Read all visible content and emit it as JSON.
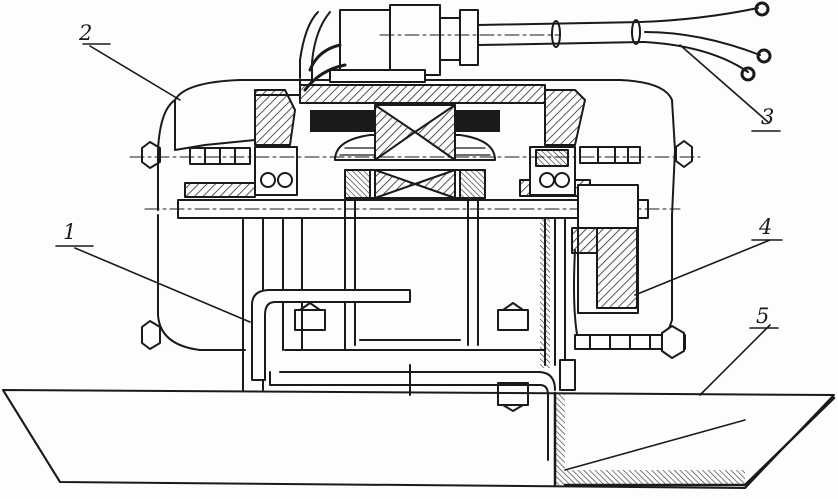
{
  "callouts": [
    {
      "id": "1",
      "label": "1"
    },
    {
      "id": "2",
      "label": "2"
    },
    {
      "id": "3",
      "label": "3"
    },
    {
      "id": "4",
      "label": "4"
    },
    {
      "id": "5",
      "label": "5"
    }
  ],
  "colors": {
    "ink": "#1a1a1a",
    "paper": "#fdfdfb",
    "hatch": "#2a2a2a"
  }
}
